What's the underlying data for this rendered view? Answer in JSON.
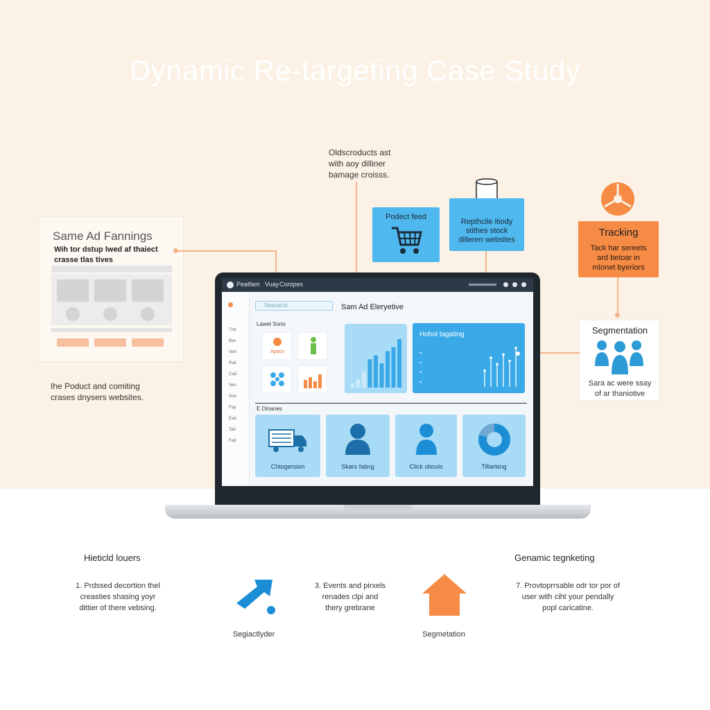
{
  "title": "Dynamic Re-targeting Case Study",
  "top_note": [
    "Oldscroducts ast",
    "with aoy dilliner",
    "bamage croisss."
  ],
  "left_card": {
    "title": "Same Ad Fannings",
    "subtitle": "Wih tor dstup lwed af thaiect crasse tlas tives"
  },
  "left_note": [
    "Ihe Poduct and comiting",
    "crases dnysers websites."
  ],
  "product_feed": {
    "label": "Podect feed"
  },
  "replicate": {
    "label": [
      "Repthcile ltiody",
      "stithes stock",
      "dilleren websites"
    ]
  },
  "tracking": {
    "title": "Tracking",
    "desc": [
      "Tack har sereets",
      "ard betoar in",
      "mlonet byeriors"
    ]
  },
  "segmentation_box": {
    "title": "Segmentation",
    "desc": [
      "Sara ac were ssay",
      "of ar thaniotive"
    ]
  },
  "dashboard": {
    "brand": "Peatfam",
    "nav": [
      "Vuay",
      "Coropes"
    ],
    "search_placeholder": "Seazarch",
    "heading": "Sam Ad Eleryetive",
    "section1": "Lawel Sorio",
    "tile1_label": "Apaco",
    "chart2_title": "Hohol tagating",
    "section2": "E Dinanes",
    "sidebar_items": [
      "Tnd",
      "Bas",
      "Sed",
      "Rail",
      "Cad",
      "Sen",
      "Sod",
      "Fop",
      "Ead",
      "Tab",
      "Fad"
    ],
    "cards": [
      {
        "label": "Chtogersion"
      },
      {
        "label": "Skars fating"
      },
      {
        "label": "Click otiouls"
      },
      {
        "label": "Tifiarking"
      }
    ]
  },
  "chart_data": [
    {
      "type": "bar",
      "values": [
        1,
        2,
        4,
        7,
        8,
        6,
        9,
        10,
        12
      ],
      "title": ""
    },
    {
      "type": "bar",
      "title": "Hohol tagating",
      "values": [
        5,
        9,
        7,
        10,
        8,
        12
      ]
    }
  ],
  "bottom": {
    "left_title": "Hieticld louers",
    "right_title": "Genamic tegnketing",
    "col1": [
      "1. Prdssed decortion thel",
      "creasties shasing yoyr",
      "dittier of there vebsing."
    ],
    "col2": [
      "3. Events and pirxels",
      "renades clpi and",
      "thery grebrane"
    ],
    "col3": [
      "7. Provtoprrsable odr tor por of",
      "user with ciht your pendally",
      "popl caricatine."
    ],
    "icon1_label": "Segiactlyder",
    "icon2_label": "Segmetation"
  },
  "colors": {
    "accent_blue": "#4fb8ee",
    "accent_orange": "#f58b45",
    "background": "#fbf1e4"
  }
}
